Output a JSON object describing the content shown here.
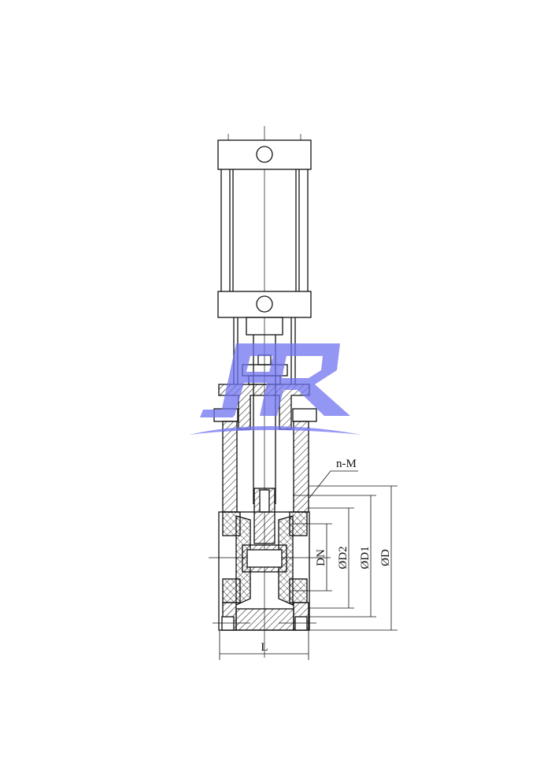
{
  "drawing": {
    "labels": {
      "n_m": "n-M",
      "dn": "DN",
      "d2": "ØD2",
      "d1": "ØD1",
      "d": "ØD",
      "l": "L"
    },
    "logo_text": "HR",
    "colors": {
      "line": "#111111",
      "logo": "#6f74ef"
    }
  }
}
